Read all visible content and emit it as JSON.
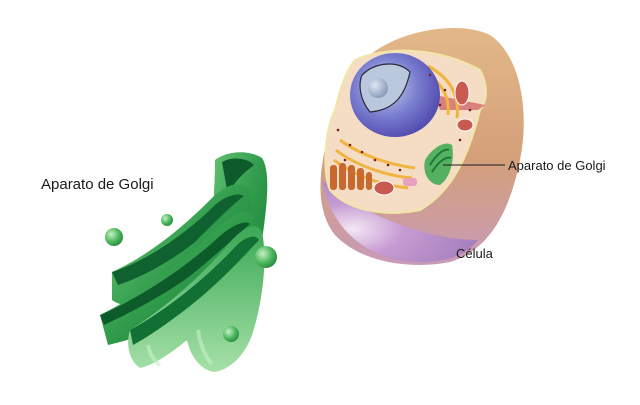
{
  "diagram": {
    "labels": {
      "golgi_enlarged": "Aparato de Golgi",
      "golgi_pointer": "Aparato de Golgi",
      "cell": "Célula"
    },
    "colors": {
      "golgi_green": "#2e9a4a",
      "golgi_light": "#7fd08a",
      "golgi_dark": "#0d5a2a",
      "cell_outer": "#d9a874",
      "cell_lower": "#b58ac6",
      "nucleus": "#5a4fb8",
      "er_orange": "#f0b440",
      "mitochondria": "#c85a50"
    }
  }
}
